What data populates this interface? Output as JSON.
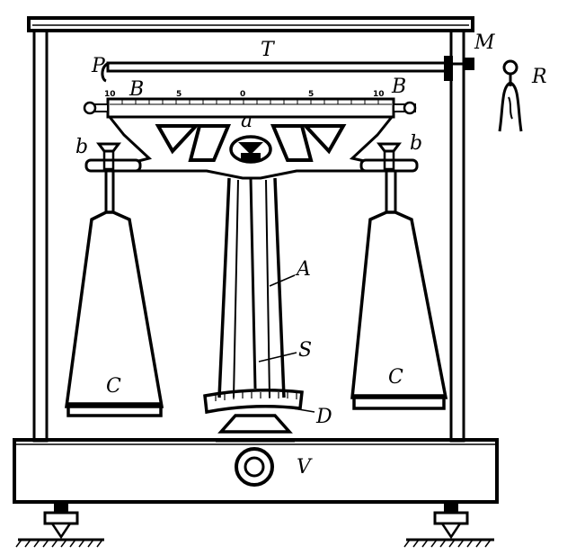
{
  "diagram": {
    "labels": {
      "T": "T",
      "P": "P",
      "M": "M",
      "R": "R",
      "B_left": "B",
      "B_right": "B",
      "a": "a",
      "b_left": "b",
      "b_right": "b",
      "A": "A",
      "S": "S",
      "C_left": "C",
      "C_right": "C",
      "D": "D",
      "V": "V"
    },
    "scale": {
      "left_10": "10",
      "left_5": "5",
      "zero": "0",
      "right_5": "5",
      "right_10": "10"
    }
  }
}
